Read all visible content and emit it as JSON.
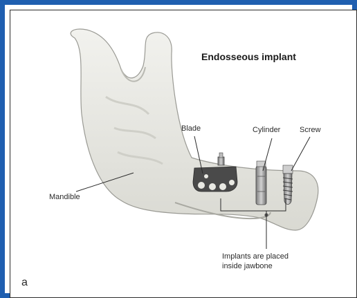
{
  "figure": {
    "title": "Endosseous implant",
    "panel_letter": "a",
    "labels": {
      "blade": "Blade",
      "cylinder": "Cylinder",
      "screw": "Screw",
      "mandible": "Mandible",
      "implants_line1": "Implants are placed",
      "implants_line2": "inside jawbone"
    },
    "colors": {
      "frame_border": "#1f5fb0",
      "bone_fill": "#e9e9e3",
      "implant_fill": "#9a9a9a",
      "blade_fill": "#4a4a4a"
    }
  }
}
